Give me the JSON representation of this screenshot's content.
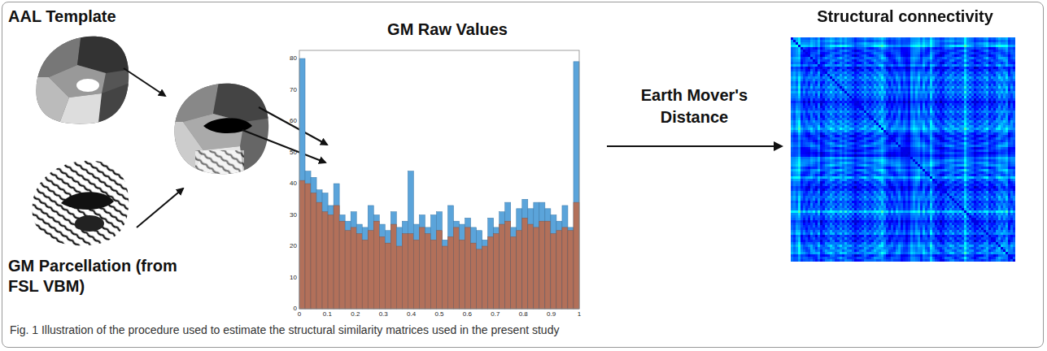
{
  "diagram": {
    "caption": "Fig. 1 Illustration of the procedure used to estimate the structural similarity matrices used in the present study",
    "nodes": [
      {
        "text": [
          "AAL Template"
        ]
      },
      {
        "text": [
          "GM Parcellation (from FSL VBM)"
        ]
      },
      {
        "text": [
          "GM Raw Values"
        ]
      },
      {
        "text": [
          "Structural connectivity"
        ]
      }
    ],
    "edges": [
      {
        "from": 2,
        "to": 3,
        "arrow": "to",
        "label": "Earth Mover's Distance"
      }
    ],
    "labels": [
      "0",
      "0.1",
      "0.2",
      "0.3",
      "0.4",
      "0.5",
      "0.6",
      "0.7",
      "0.8",
      "0.9",
      "1",
      "0",
      "10",
      "20",
      "30",
      "40",
      "50",
      "60",
      "70",
      "80"
    ]
  }
}
